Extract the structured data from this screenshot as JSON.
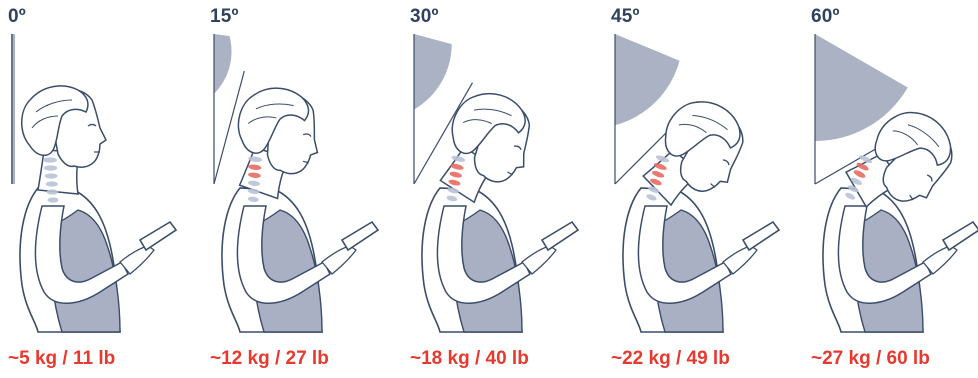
{
  "colors": {
    "angle_text": "#2f4260",
    "load_text": "#e8392f",
    "wedge_fill": "#aab2c4",
    "line_stroke": "#3a4d6a",
    "shirt_fill": "#a9b0c3",
    "skin_fill": "#ffffff",
    "hair_fill": "#ffffff",
    "spine_normal": "#b9c3d6",
    "spine_strained": "#e86b62"
  },
  "panels": [
    {
      "angle": "0º",
      "load": "~5 kg / 11 lb",
      "tilt_degrees": 0,
      "strain_level": 0
    },
    {
      "angle": "15º",
      "load": "~12 kg / 27 lb",
      "tilt_degrees": 15,
      "strain_level": 1
    },
    {
      "angle": "30º",
      "load": "~18 kg / 40 lb",
      "tilt_degrees": 30,
      "strain_level": 2
    },
    {
      "angle": "45º",
      "load": "~22 kg / 49 lb",
      "tilt_degrees": 45,
      "strain_level": 2
    },
    {
      "angle": "60º",
      "load": "~27 kg / 60 lb",
      "tilt_degrees": 60,
      "strain_level": 1
    }
  ]
}
